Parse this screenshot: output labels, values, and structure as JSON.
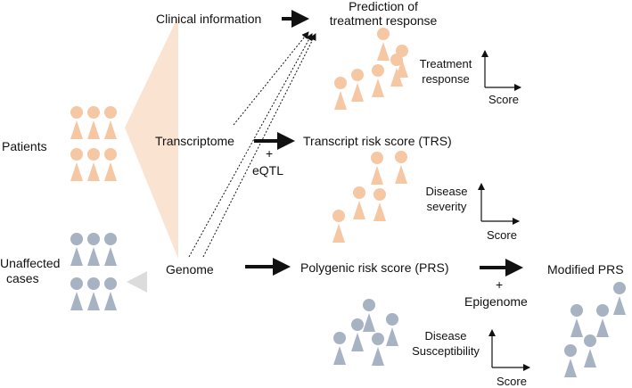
{
  "colors": {
    "patient": "#f6c7a3",
    "unaffected": "#a7b2c3",
    "funnel": "#fbe3d2",
    "funnel_gray": "#dcdcdc",
    "arrow": "#111111"
  },
  "labels": {
    "patients": "Patients",
    "unaffected_line1": "Unaffected",
    "unaffected_line2": "cases",
    "clinical": "Clinical information",
    "transcriptome": "Transcriptome",
    "genome": "Genome",
    "plus_eqtl": "+",
    "eqtl": "eQTL",
    "prediction_line1": "Prediction of",
    "prediction_line2": "treatment response",
    "trs": "Transcript risk score (TRS)",
    "prs": "Polygenic risk score (PRS)",
    "plus_epi": "+",
    "epigenome": "Epigenome",
    "modified_prs": "Modified PRS"
  },
  "axes": {
    "treatment": {
      "y_line1": "Treatment",
      "y_line2": "response",
      "x": "Score"
    },
    "severity": {
      "y_line1": "Disease",
      "y_line2": "severity",
      "x": "Score"
    },
    "susceptibility": {
      "y_line1": "Disease",
      "y_line2": "Susceptibility",
      "x": "Score"
    }
  }
}
